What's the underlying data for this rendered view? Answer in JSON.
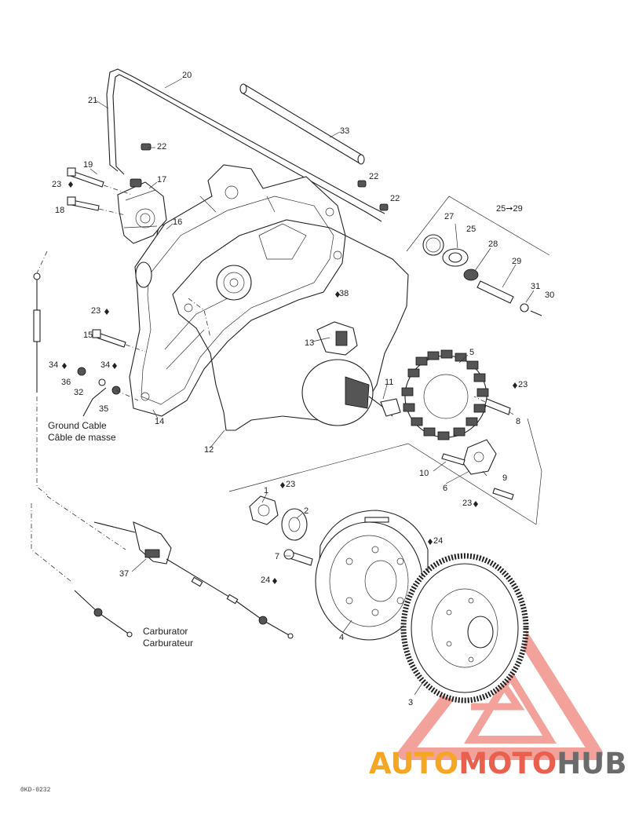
{
  "callouts": [
    {
      "id": "c20",
      "text": "20"
    },
    {
      "id": "c21",
      "text": "21"
    },
    {
      "id": "c33",
      "text": "33"
    },
    {
      "id": "c22a",
      "text": "22"
    },
    {
      "id": "c22b",
      "text": "22"
    },
    {
      "id": "c22c",
      "text": "22"
    },
    {
      "id": "c19",
      "text": "19"
    },
    {
      "id": "c23a",
      "text": "23"
    },
    {
      "id": "c17",
      "text": "17"
    },
    {
      "id": "c18",
      "text": "18"
    },
    {
      "id": "c16",
      "text": "16"
    },
    {
      "id": "c2529",
      "text": "25➞29"
    },
    {
      "id": "c27",
      "text": "27"
    },
    {
      "id": "c25",
      "text": "25"
    },
    {
      "id": "c28",
      "text": "28"
    },
    {
      "id": "c29",
      "text": "29"
    },
    {
      "id": "c31",
      "text": "31"
    },
    {
      "id": "c30",
      "text": "30"
    },
    {
      "id": "c38",
      "text": "38"
    },
    {
      "id": "c23b",
      "text": "23"
    },
    {
      "id": "c15",
      "text": "15"
    },
    {
      "id": "c13",
      "text": "13"
    },
    {
      "id": "c5",
      "text": "5"
    },
    {
      "id": "c34a",
      "text": "34"
    },
    {
      "id": "c34b",
      "text": "34"
    },
    {
      "id": "c36",
      "text": "36"
    },
    {
      "id": "c32",
      "text": "32"
    },
    {
      "id": "c35",
      "text": "35"
    },
    {
      "id": "c11",
      "text": "11"
    },
    {
      "id": "c23c",
      "text": "23"
    },
    {
      "id": "c8",
      "text": "8"
    },
    {
      "id": "c14",
      "text": "14"
    },
    {
      "id": "c12",
      "text": "12"
    },
    {
      "id": "c10",
      "text": "10"
    },
    {
      "id": "c9",
      "text": "9"
    },
    {
      "id": "c6",
      "text": "6"
    },
    {
      "id": "c23d",
      "text": "23"
    },
    {
      "id": "c1",
      "text": "1"
    },
    {
      "id": "c23e",
      "text": "23"
    },
    {
      "id": "c2",
      "text": "2"
    },
    {
      "id": "c24a",
      "text": "24"
    },
    {
      "id": "c7",
      "text": "7"
    },
    {
      "id": "c37",
      "text": "37"
    },
    {
      "id": "c24b",
      "text": "24"
    },
    {
      "id": "c4",
      "text": "4"
    },
    {
      "id": "c3",
      "text": "3"
    }
  ],
  "captions": {
    "ground_cable_en": "Ground Cable",
    "ground_cable_fr": "Câble de masse",
    "carburetor_en": "Carburator",
    "carburetor_fr": "Carburateur"
  },
  "figure_ref": "0KD-0232",
  "watermark": {
    "part1": "AUTO",
    "part2": "MOTO",
    "part3": "HUB",
    "color1": "#f5a623",
    "color2": "#e9604f",
    "color3": "#6b6b6b"
  }
}
